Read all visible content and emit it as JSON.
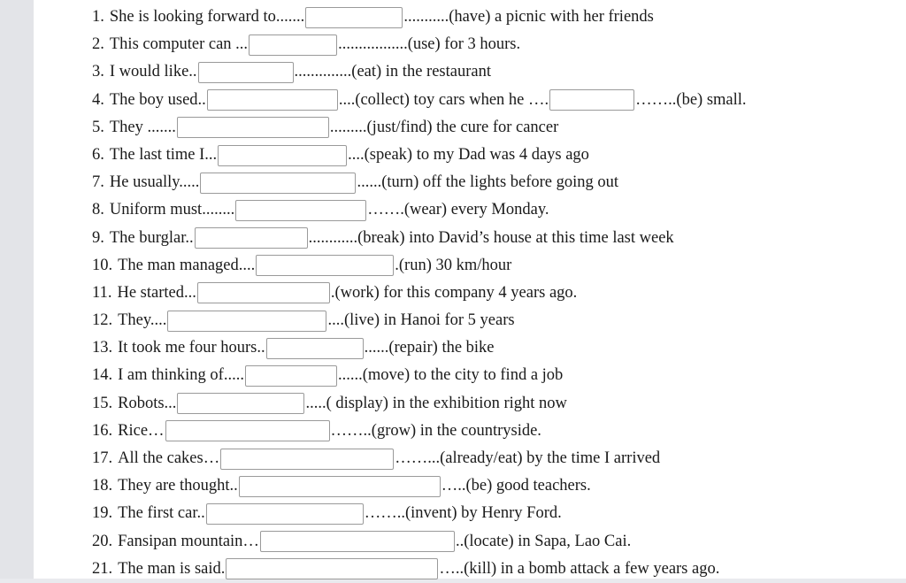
{
  "exercise": {
    "lines": [
      {
        "num": "1.",
        "before": "She is looking forward to.......",
        "after": "...........(have) a picnic with her friends",
        "box_w": 110
      },
      {
        "num": "2.",
        "before": "This computer can ...",
        "after": ".................(use) for 3 hours.",
        "box_w": 100
      },
      {
        "num": "3.",
        "before": "I would like..",
        "after": "..............(eat) in the restaurant",
        "box_w": 108
      },
      {
        "num": "4.",
        "before": "The boy used..",
        "after": "....(collect) toy cars when he ….",
        "box_w": 148,
        "box2_w": 96,
        "after2": "……..(be) small."
      },
      {
        "num": "5.",
        "before": "They .......",
        "after": ".........(just/find) the cure for cancer",
        "box_w": 172
      },
      {
        "num": "6.",
        "before": "The last time I...",
        "after": "....(speak) to my Dad was 4 days ago",
        "box_w": 146
      },
      {
        "num": "7.",
        "before": "He usually.....",
        "after": "......(turn) off the lights before going out",
        "box_w": 176
      },
      {
        "num": "8.",
        "before": "Uniform must........",
        "after": "…….(wear) every Monday.",
        "box_w": 148
      },
      {
        "num": "9.",
        "before": "The burglar..",
        "after": "............(break) into David’s house at this time last week",
        "box_w": 128
      },
      {
        "num": "10.",
        "before": "The man managed....",
        "after": ".(run) 30 km/hour",
        "box_w": 156
      },
      {
        "num": "11.",
        "before": "He started...",
        "after": ".(work) for this company 4 years ago.",
        "box_w": 150
      },
      {
        "num": "12.",
        "before": "They....",
        "after": "....(live) in Hanoi for 5 years",
        "box_w": 180
      },
      {
        "num": "13.",
        "before": "It took me four hours..",
        "after": "......(repair) the bike",
        "box_w": 110
      },
      {
        "num": "14.",
        "before": "I am thinking of.....",
        "after": "......(move) to the city to find a job",
        "box_w": 104
      },
      {
        "num": "15.",
        "before": "Robots...",
        "after": ".....( display) in the exhibition  right now",
        "box_w": 144
      },
      {
        "num": "16.",
        "before": "Rice…",
        "after": "……..(grow) in the countryside.",
        "box_w": 186
      },
      {
        "num": "17.",
        "before": "All the cakes…",
        "after": "……...(already/eat) by the time I arrived",
        "box_w": 196
      },
      {
        "num": "18.",
        "before": "They are thought..",
        "after": "…..(be) good teachers.",
        "box_w": 228
      },
      {
        "num": "19.",
        "before": "The first car..",
        "after": "……..(invent) by Henry Ford.",
        "box_w": 178
      },
      {
        "num": "20.",
        "before": "Fansipan mountain…",
        "after": "..(locate) in Sapa, Lao Cai.",
        "box_w": 220
      },
      {
        "num": "21.",
        "before": "The man is said.",
        "after": "…..(kill) in a bomb attack a few years ago.",
        "box_w": 240
      }
    ]
  }
}
